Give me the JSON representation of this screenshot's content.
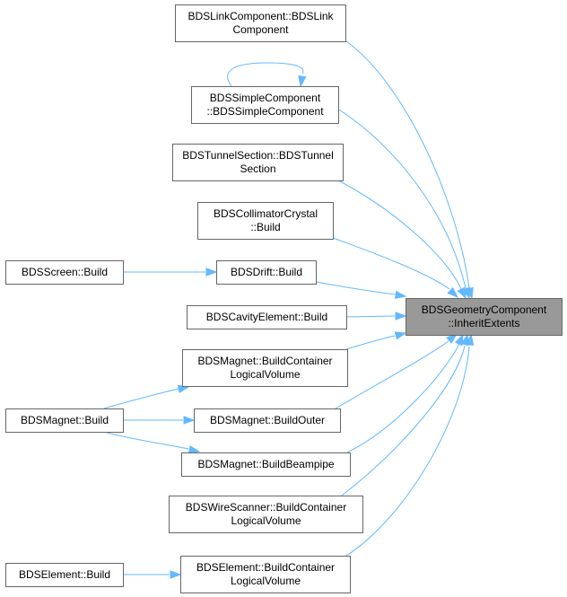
{
  "graph": {
    "nodes": [
      {
        "id": "target",
        "lines": [
          "BDSGeometryComponent",
          "::InheritExtents"
        ],
        "highlight": true
      },
      {
        "id": "link",
        "lines": [
          "BDSLinkComponent::BDSLink",
          "Component"
        ]
      },
      {
        "id": "simple",
        "lines": [
          "BDSSimpleComponent",
          "::BDSSimpleComponent"
        ]
      },
      {
        "id": "tunnel",
        "lines": [
          "BDSTunnelSection::BDSTunnel",
          "Section"
        ]
      },
      {
        "id": "crystal",
        "lines": [
          "BDSCollimatorCrystal",
          "::Build"
        ]
      },
      {
        "id": "drift",
        "lines": [
          "BDSDrift::Build"
        ]
      },
      {
        "id": "screen",
        "lines": [
          "BDSScreen::Build"
        ]
      },
      {
        "id": "cavity",
        "lines": [
          "BDSCavityElement::Build"
        ]
      },
      {
        "id": "magcont",
        "lines": [
          "BDSMagnet::BuildContainer",
          "LogicalVolume"
        ]
      },
      {
        "id": "magbuild",
        "lines": [
          "BDSMagnet::Build"
        ]
      },
      {
        "id": "magouter",
        "lines": [
          "BDSMagnet::BuildOuter"
        ]
      },
      {
        "id": "magbeam",
        "lines": [
          "BDSMagnet::BuildBeampipe"
        ]
      },
      {
        "id": "wire",
        "lines": [
          "BDSWireScanner::BuildContainer",
          "LogicalVolume"
        ]
      },
      {
        "id": "elemcont",
        "lines": [
          "BDSElement::BuildContainer",
          "LogicalVolume"
        ]
      },
      {
        "id": "elembuild",
        "lines": [
          "BDSElement::Build"
        ]
      }
    ],
    "edges": [
      {
        "from": "link",
        "to": "target"
      },
      {
        "from": "simple",
        "to": "simple"
      },
      {
        "from": "simple",
        "to": "target"
      },
      {
        "from": "tunnel",
        "to": "target"
      },
      {
        "from": "crystal",
        "to": "target"
      },
      {
        "from": "drift",
        "to": "target"
      },
      {
        "from": "screen",
        "to": "drift"
      },
      {
        "from": "cavity",
        "to": "target"
      },
      {
        "from": "magcont",
        "to": "target"
      },
      {
        "from": "magbuild",
        "to": "magcont"
      },
      {
        "from": "magbuild",
        "to": "magouter"
      },
      {
        "from": "magbuild",
        "to": "magbeam"
      },
      {
        "from": "magouter",
        "to": "target"
      },
      {
        "from": "magbeam",
        "to": "target"
      },
      {
        "from": "wire",
        "to": "target"
      },
      {
        "from": "elemcont",
        "to": "target"
      },
      {
        "from": "elembuild",
        "to": "elemcont"
      }
    ],
    "colors": {
      "edge": "#63b8ff",
      "node_border": "#666666",
      "node_fill": "#ffffff",
      "highlight_fill": "#999999"
    }
  }
}
